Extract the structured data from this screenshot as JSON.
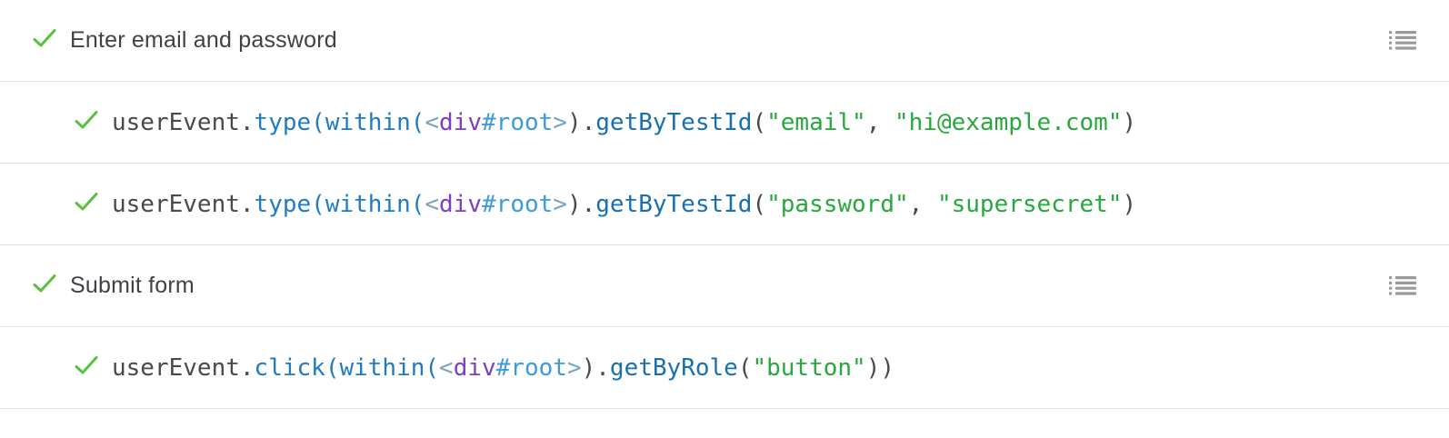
{
  "colors": {
    "plain": "#47494c",
    "method": "#1f7bc4",
    "fn": "#1a6fad",
    "bracket": "#79a3c2",
    "tag": "#7e3ec2",
    "id": "#3d9bdc",
    "string": "#27a83e",
    "check": "#58c13f",
    "heading": "#3e4247",
    "icon": "#9a9a9a",
    "border": "#e4e4e4"
  },
  "steps": [
    {
      "type": "header",
      "label": "Enter email and password",
      "status": "passed",
      "trailing_icon": "list-icon"
    },
    {
      "type": "code",
      "status": "passed",
      "tokens": [
        {
          "t": "userEvent.",
          "c": "plain"
        },
        {
          "t": "type(within(",
          "c": "method"
        },
        {
          "t": "<",
          "c": "bracket"
        },
        {
          "t": "div",
          "c": "tag"
        },
        {
          "t": "#root",
          "c": "id"
        },
        {
          "t": ">",
          "c": "bracket"
        },
        {
          "t": ").",
          "c": "plain"
        },
        {
          "t": "getByTestId",
          "c": "fn"
        },
        {
          "t": "(",
          "c": "plain"
        },
        {
          "t": "\"email\"",
          "c": "string"
        },
        {
          "t": ", ",
          "c": "plain"
        },
        {
          "t": "\"hi@example.com\"",
          "c": "string"
        },
        {
          "t": ")",
          "c": "plain"
        }
      ]
    },
    {
      "type": "code",
      "status": "passed",
      "tokens": [
        {
          "t": "userEvent.",
          "c": "plain"
        },
        {
          "t": "type(within(",
          "c": "method"
        },
        {
          "t": "<",
          "c": "bracket"
        },
        {
          "t": "div",
          "c": "tag"
        },
        {
          "t": "#root",
          "c": "id"
        },
        {
          "t": ">",
          "c": "bracket"
        },
        {
          "t": ").",
          "c": "plain"
        },
        {
          "t": "getByTestId",
          "c": "fn"
        },
        {
          "t": "(",
          "c": "plain"
        },
        {
          "t": "\"password\"",
          "c": "string"
        },
        {
          "t": ", ",
          "c": "plain"
        },
        {
          "t": "\"supersecret\"",
          "c": "string"
        },
        {
          "t": ")",
          "c": "plain"
        }
      ]
    },
    {
      "type": "header",
      "label": "Submit form",
      "status": "passed",
      "trailing_icon": "list-icon"
    },
    {
      "type": "code",
      "status": "passed",
      "tokens": [
        {
          "t": "userEvent.",
          "c": "plain"
        },
        {
          "t": "click(within(",
          "c": "method"
        },
        {
          "t": "<",
          "c": "bracket"
        },
        {
          "t": "div",
          "c": "tag"
        },
        {
          "t": "#root",
          "c": "id"
        },
        {
          "t": ">",
          "c": "bracket"
        },
        {
          "t": ").",
          "c": "plain"
        },
        {
          "t": "getByRole",
          "c": "fn"
        },
        {
          "t": "(",
          "c": "plain"
        },
        {
          "t": "\"button\"",
          "c": "string"
        },
        {
          "t": "))",
          "c": "plain"
        }
      ]
    }
  ]
}
